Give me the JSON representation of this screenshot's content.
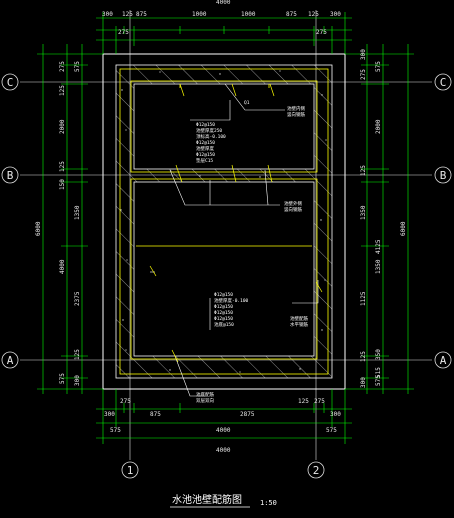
{
  "drawing": {
    "title": "水池池壁配筋图",
    "scale": "1:50",
    "axes": {
      "rows": [
        "C",
        "B",
        "A"
      ],
      "cols": [
        "1",
        "2"
      ]
    },
    "dims_top": {
      "overall": "4000",
      "row1": [
        "300",
        "125",
        "875",
        "1000",
        "1000",
        "875",
        "125",
        "300"
      ],
      "row2": [
        "275",
        "275"
      ]
    },
    "dims_bottom": {
      "row1": [
        "300",
        "275",
        "875",
        "2875",
        "125",
        "275",
        "300"
      ],
      "row2": [
        "575",
        "4000",
        "575"
      ],
      "overall": "4000"
    },
    "dims_left": {
      "overall": "6000",
      "row1": [
        "275",
        "125",
        "2000",
        "125",
        "150",
        "4000",
        "1350",
        "2375",
        "125",
        "575"
      ],
      "row2": [
        "575",
        "300"
      ]
    },
    "dims_right": {
      "overall": "6000",
      "row1": [
        "575",
        "275",
        "2000",
        "125",
        "1350",
        "1350",
        "1125",
        "125",
        "575"
      ],
      "row2": [
        "300",
        "300",
        "4125",
        "350",
        "515"
      ]
    },
    "notes": {
      "upper_label": "Q1",
      "upper_block": [
        "Φ12@150",
        "池壁厚度250",
        "顶标高-0.100",
        "Φ12@150",
        "池壁厚度",
        "Φ12@150",
        "垫层C15"
      ],
      "lower_block": [
        "Φ12@150",
        "池壁厚度-0.100",
        "Φ12@150",
        "Φ12@150",
        "Φ12@150",
        "池底@150"
      ],
      "leader_1": "池壁内侧",
      "leader_1b": "竖向钢筋",
      "leader_2": "池壁外侧",
      "leader_2b": "竖向钢筋",
      "leader_3": "池壁配筋",
      "leader_3b": "水平钢筋",
      "leader_4": "池底配筋",
      "leader_4b": "双层双向"
    },
    "colors": {
      "background": "#000000",
      "dimension": "#00ff00",
      "axis": "#ffffff",
      "wall": "#ffffff",
      "rebar": "#ffff00",
      "leader": "#ffffff",
      "hatch": "#c8c8c8"
    }
  }
}
